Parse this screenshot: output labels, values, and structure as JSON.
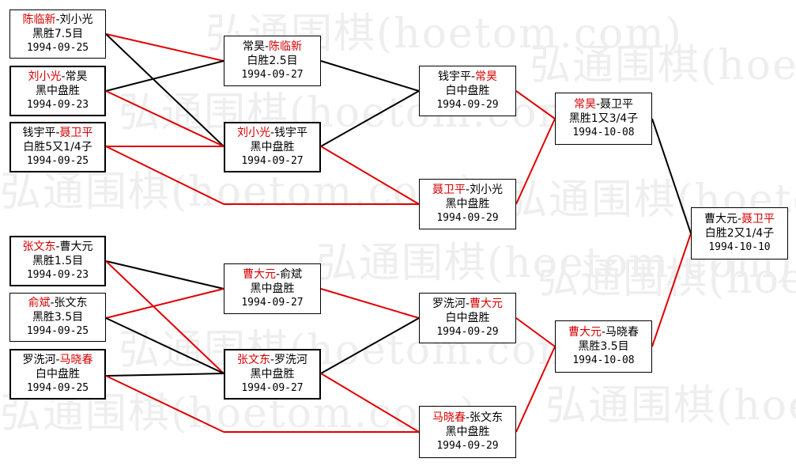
{
  "watermark": "弘通围棋(hoetom.com)",
  "colors": {
    "winner_text": "#d40000",
    "win_line": "#e00000",
    "loss_line": "#000000"
  },
  "matches": {
    "r1_1": {
      "p1": "陈临新",
      "p2": "刘小光",
      "winner": 1,
      "result": "黑胜7.5目",
      "date": "1994-09-25"
    },
    "r1_2": {
      "p1": "刘小光",
      "p2": "常昊",
      "winner": 1,
      "result": "黑中盘胜",
      "date": "1994-09-23"
    },
    "r1_3": {
      "p1": "钱宇平",
      "p2": "聂卫平",
      "winner": 2,
      "result": "白胜5又1/4子",
      "date": "1994-09-25"
    },
    "r1_4": {
      "p1": "张文东",
      "p2": "曹大元",
      "winner": 1,
      "result": "黑胜1.5目",
      "date": "1994-09-23"
    },
    "r1_5": {
      "p1": "俞斌",
      "p2": "张文东",
      "winner": 1,
      "result": "黑胜3.5目",
      "date": "1994-09-25"
    },
    "r1_6": {
      "p1": "罗洗河",
      "p2": "马晓春",
      "winner": 2,
      "result": "白中盘胜",
      "date": "1994-09-25"
    },
    "r2_1": {
      "p1": "常昊",
      "p2": "陈临新",
      "winner": 2,
      "result": "白胜2.5目",
      "date": "1994-09-27"
    },
    "r2_2": {
      "p1": "刘小光",
      "p2": "钱宇平",
      "winner": 1,
      "result": "黑中盘胜",
      "date": "1994-09-27"
    },
    "r2_3": {
      "p1": "曹大元",
      "p2": "俞斌",
      "winner": 1,
      "result": "黑中盘胜",
      "date": "1994-09-27"
    },
    "r2_4": {
      "p1": "张文东",
      "p2": "罗洗河",
      "winner": 1,
      "result": "黑中盘胜",
      "date": "1994-09-27"
    },
    "r3_1": {
      "p1": "钱宇平",
      "p2": "常昊",
      "winner": 2,
      "result": "白中盘胜",
      "date": "1994-09-29"
    },
    "r3_2": {
      "p1": "聂卫平",
      "p2": "刘小光",
      "winner": 1,
      "result": "黑中盘胜",
      "date": "1994-09-29"
    },
    "r3_3": {
      "p1": "罗洗河",
      "p2": "曹大元",
      "winner": 2,
      "result": "白中盘胜",
      "date": "1994-09-29"
    },
    "r3_4": {
      "p1": "马晓春",
      "p2": "张文东",
      "winner": 1,
      "result": "黑中盘胜",
      "date": "1994-09-29"
    },
    "sf_1": {
      "p1": "常昊",
      "p2": "聂卫平",
      "winner": 1,
      "result": "黑胜1又3/4子",
      "date": "1994-10-08"
    },
    "sf_2": {
      "p1": "曹大元",
      "p2": "马晓春",
      "winner": 1,
      "result": "黑胜3.5目",
      "date": "1994-10-08"
    },
    "final": {
      "p1": "曹大元",
      "p2": "聂卫平",
      "winner": 2,
      "result": "白胜2又1/4子",
      "date": "1994-10-10"
    }
  }
}
